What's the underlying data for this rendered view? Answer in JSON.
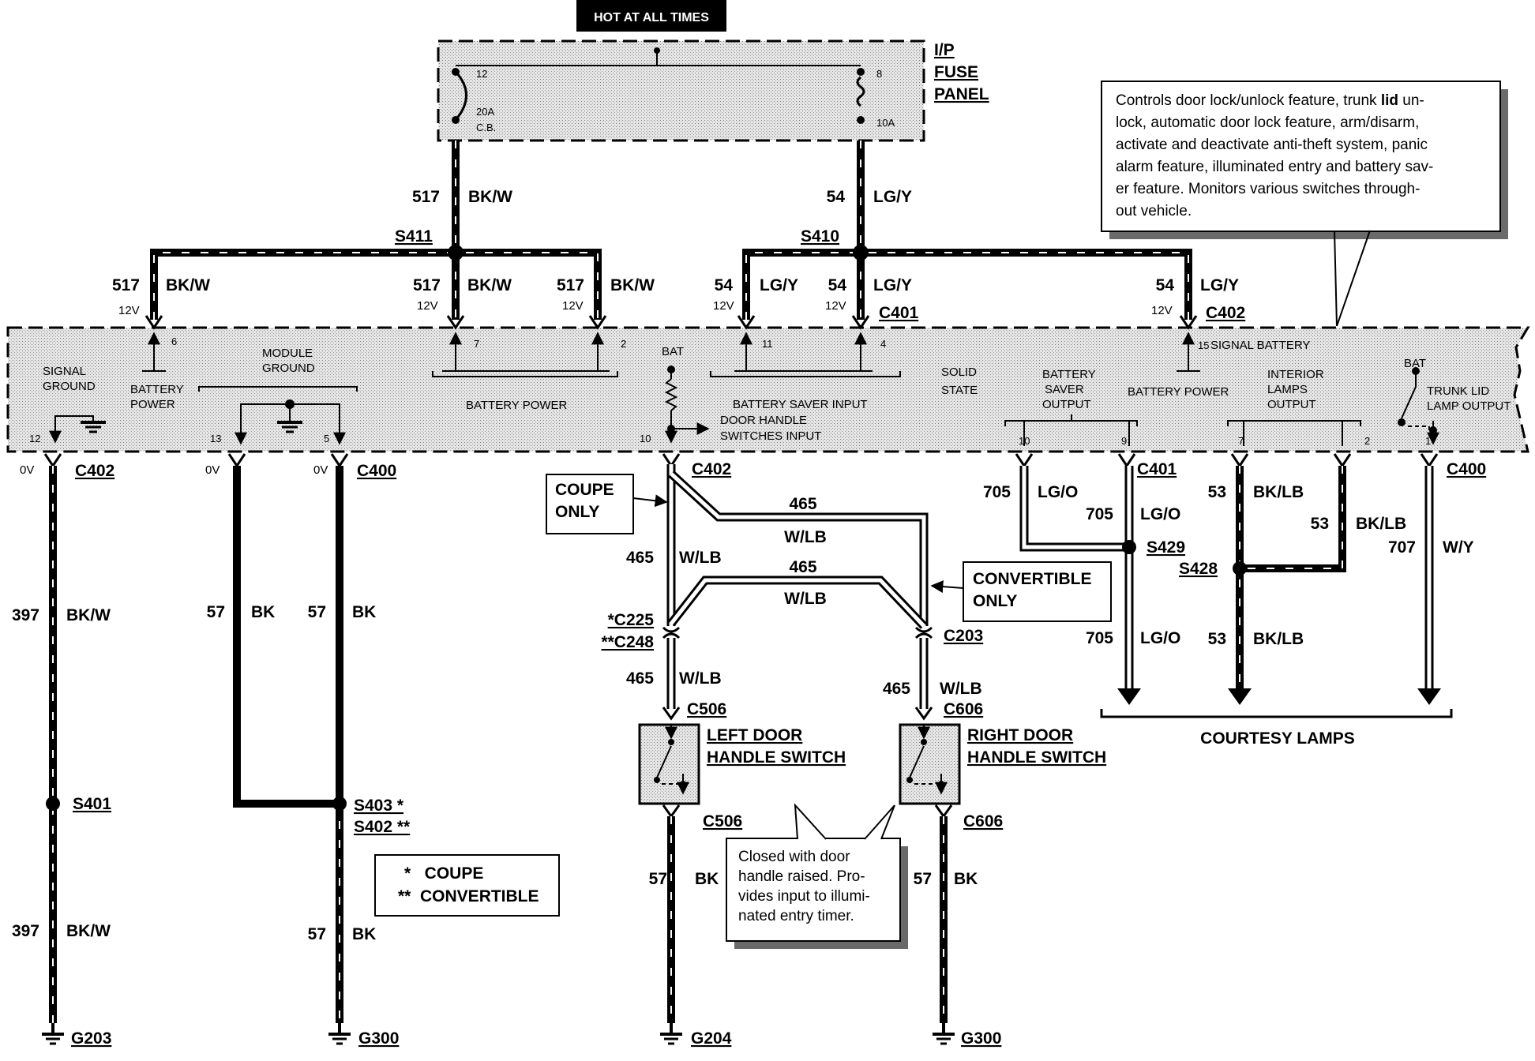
{
  "top_banner": "HOT AT ALL TIMES",
  "fuse_panel": {
    "name_lines": [
      "I/P",
      "FUSE",
      "PANEL"
    ],
    "left_pin": "12",
    "left_rating_lines": [
      "20A",
      "C.B."
    ],
    "right_pin": "8",
    "right_rating": "10A"
  },
  "description_box": "Controls door lock/unlock feature, trunk lid un-lock, automatic door lock feature, arm/disarm, activate and deactivate anti-theft system, panic alarm feature, illuminated entry and battery sav-er feature. Monitors various switches through-out vehicle.",
  "module": {
    "name_lines": [
      "SOLID",
      "STATE"
    ],
    "signal_ground_lines": [
      "SIGNAL",
      "GROUND"
    ],
    "battery_power_lines": [
      "BATTERY",
      "POWER"
    ],
    "module_ground_lines": [
      "MODULE",
      "GROUND"
    ],
    "battery_power_group": "BATTERY POWER",
    "bat": "BAT",
    "battery_saver_input": "BATTERY SAVER INPUT",
    "door_handle_input_lines": [
      "DOOR HANDLE",
      "SWITCHES INPUT"
    ],
    "battery_saver_output_lines": [
      "BATTERY",
      "SAVER",
      "OUTPUT"
    ],
    "battery_power_right": "BATTERY POWER",
    "signal_battery": "SIGNAL BATTERY",
    "interior_lamps_lines": [
      "INTERIOR",
      "LAMPS",
      "OUTPUT"
    ],
    "trunk_lid_lines": [
      "TRUNK LID",
      "LAMP OUTPUT"
    ],
    "trunk_bat": "BAT",
    "pins": {
      "p12": "12",
      "p6": "6",
      "p13": "13",
      "p5": "5",
      "p7": "7",
      "p2a": "2",
      "p10": "10",
      "p11": "11",
      "p4": "4",
      "p10b": "10",
      "p9": "9",
      "p15": "15",
      "p7b": "7",
      "p2b": "2",
      "p1": "1"
    }
  },
  "voltages": {
    "v12": "12V",
    "v0": "0V"
  },
  "wires": {
    "517": "517",
    "bkw": "BK/W",
    "54": "54",
    "lgy": "LG/Y",
    "397": "397",
    "57": "57",
    "bk": "BK",
    "465": "465",
    "wlb": "W/LB",
    "705": "705",
    "lgo": "LG/O",
    "53": "53",
    "bklb": "BK/LB",
    "707": "707",
    "wy": "W/Y"
  },
  "connectors": {
    "s411": "S411",
    "s410": "S410",
    "c401": "C401",
    "c402": "C402",
    "c400": "C400",
    "c225": "*C225",
    "c248": "**C248",
    "c203": "C203",
    "c506": "C506",
    "c606": "C606",
    "s401": "S401",
    "s403": "S403 *",
    "s402": "S402 **",
    "s429": "S429",
    "s428": "S428",
    "g203": "G203",
    "g300": "G300",
    "g204": "G204"
  },
  "coupe_only": [
    "COUPE",
    "ONLY"
  ],
  "convertible_only": [
    "CONVERTIBLE",
    "ONLY"
  ],
  "legend": [
    "*   COUPE",
    "**  CONVERTIBLE"
  ],
  "left_switch": [
    "LEFT DOOR",
    "HANDLE SWITCH"
  ],
  "right_switch": [
    "RIGHT DOOR",
    "HANDLE SWITCH"
  ],
  "closed_note": [
    "Closed with door",
    "handle raised.  Pro-",
    "vides input to illumi-",
    "nated entry timer."
  ],
  "courtesy_lamps": "COURTESY LAMPS"
}
